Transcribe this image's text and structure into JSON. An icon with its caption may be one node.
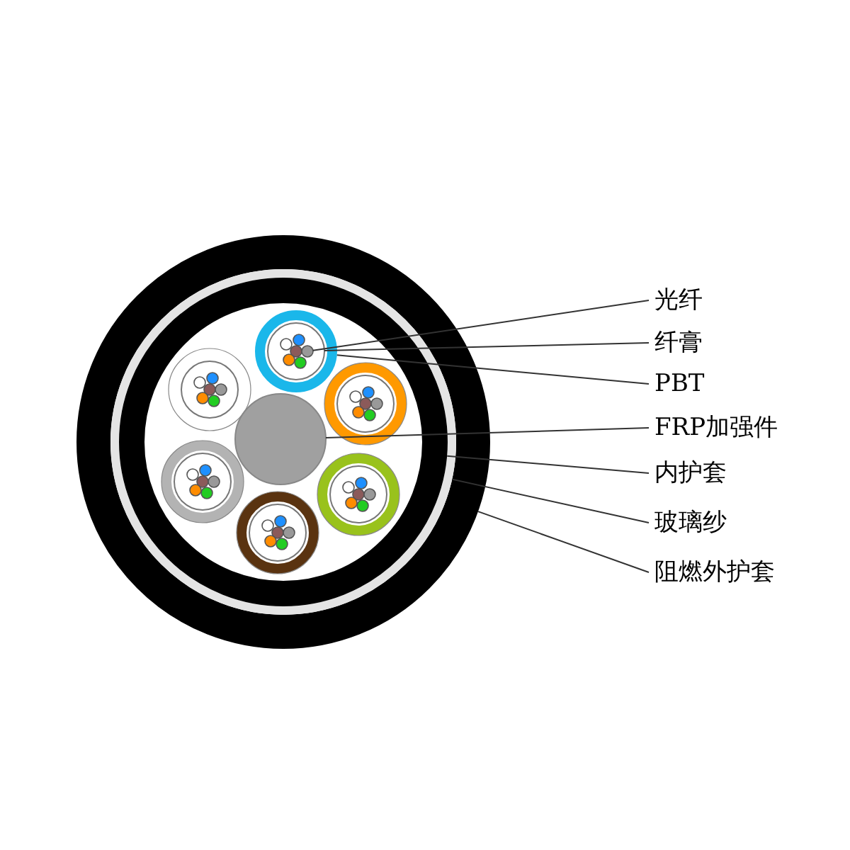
{
  "diagram": {
    "nodes": [
      {
        "text": [],
        "shape": "circle"
      },
      {
        "text": [],
        "shape": "circle",
        "in": 0
      },
      {
        "text": [],
        "shape": "circle",
        "in": 1
      },
      {
        "text": [],
        "shape": "circle",
        "in": 2
      },
      {
        "text": [],
        "shape": "circle",
        "in": 2
      },
      {
        "text": [],
        "shape": "circle",
        "in": 4
      },
      {
        "text": [],
        "shape": "circle",
        "in": 5
      },
      {
        "text": [
          "光纤"
        ]
      },
      {
        "text": [
          "纤膏"
        ]
      },
      {
        "text": [
          "PBT"
        ]
      },
      {
        "text": [
          "FRP加强件"
        ]
      },
      {
        "text": [
          "内护套"
        ]
      },
      {
        "text": [
          "玻璃纱"
        ]
      },
      {
        "text": [
          "阻燃外护套"
        ]
      }
    ],
    "edges": [
      {
        "from": 7,
        "to": 6,
        "arrow": "none"
      },
      {
        "from": 8,
        "to": 5,
        "arrow": "none"
      },
      {
        "from": 9,
        "to": 4,
        "arrow": "none"
      },
      {
        "from": 10,
        "to": 3,
        "arrow": "none"
      },
      {
        "from": 11,
        "to": 2,
        "arrow": "none"
      },
      {
        "from": 12,
        "to": 1,
        "arrow": "none"
      },
      {
        "from": 13,
        "to": 0,
        "arrow": "none"
      }
    ]
  }
}
